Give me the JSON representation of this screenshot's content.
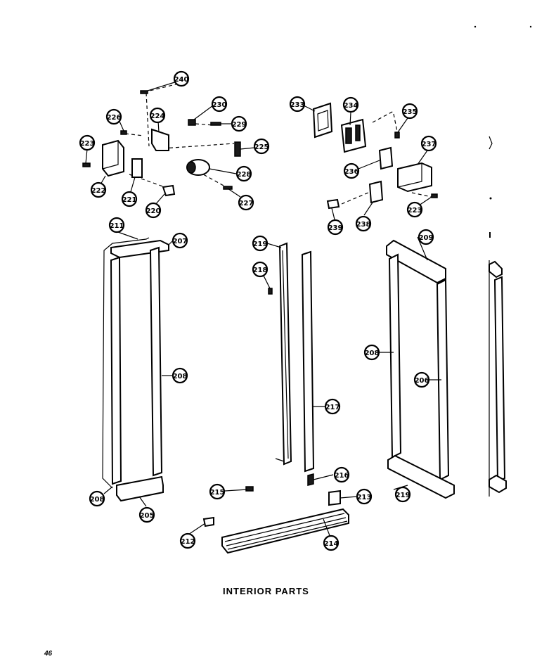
{
  "title": "INTERIOR PARTS",
  "page_number": "46",
  "callouts": [
    {
      "id": "c240",
      "label": "240"
    },
    {
      "id": "c230",
      "label": "230"
    },
    {
      "id": "c226a",
      "label": "226"
    },
    {
      "id": "c224",
      "label": "224"
    },
    {
      "id": "c229",
      "label": "229"
    },
    {
      "id": "c223a",
      "label": "223"
    },
    {
      "id": "c225",
      "label": "225"
    },
    {
      "id": "c228",
      "label": "228"
    },
    {
      "id": "c222",
      "label": "222"
    },
    {
      "id": "c221",
      "label": "221"
    },
    {
      "id": "c220",
      "label": "220"
    },
    {
      "id": "c227",
      "label": "227"
    },
    {
      "id": "c233",
      "label": "233"
    },
    {
      "id": "c234",
      "label": "234"
    },
    {
      "id": "c235",
      "label": "235"
    },
    {
      "id": "c237",
      "label": "237"
    },
    {
      "id": "c236",
      "label": "236"
    },
    {
      "id": "c223b",
      "label": "223"
    },
    {
      "id": "c239",
      "label": "239"
    },
    {
      "id": "c238",
      "label": "238"
    },
    {
      "id": "c211",
      "label": "211"
    },
    {
      "id": "c207",
      "label": "207"
    },
    {
      "id": "c219a",
      "label": "219"
    },
    {
      "id": "c218",
      "label": "218"
    },
    {
      "id": "c209",
      "label": "209"
    },
    {
      "id": "c208a",
      "label": "208"
    },
    {
      "id": "c208b",
      "label": "208"
    },
    {
      "id": "c206",
      "label": "206"
    },
    {
      "id": "c217",
      "label": "217"
    },
    {
      "id": "c208c",
      "label": "208"
    },
    {
      "id": "c216",
      "label": "216"
    },
    {
      "id": "c215",
      "label": "215"
    },
    {
      "id": "c213",
      "label": "213"
    },
    {
      "id": "c219b",
      "label": "219"
    },
    {
      "id": "c205",
      "label": "205"
    },
    {
      "id": "c212",
      "label": "212"
    },
    {
      "id": "c214",
      "label": "214"
    }
  ]
}
